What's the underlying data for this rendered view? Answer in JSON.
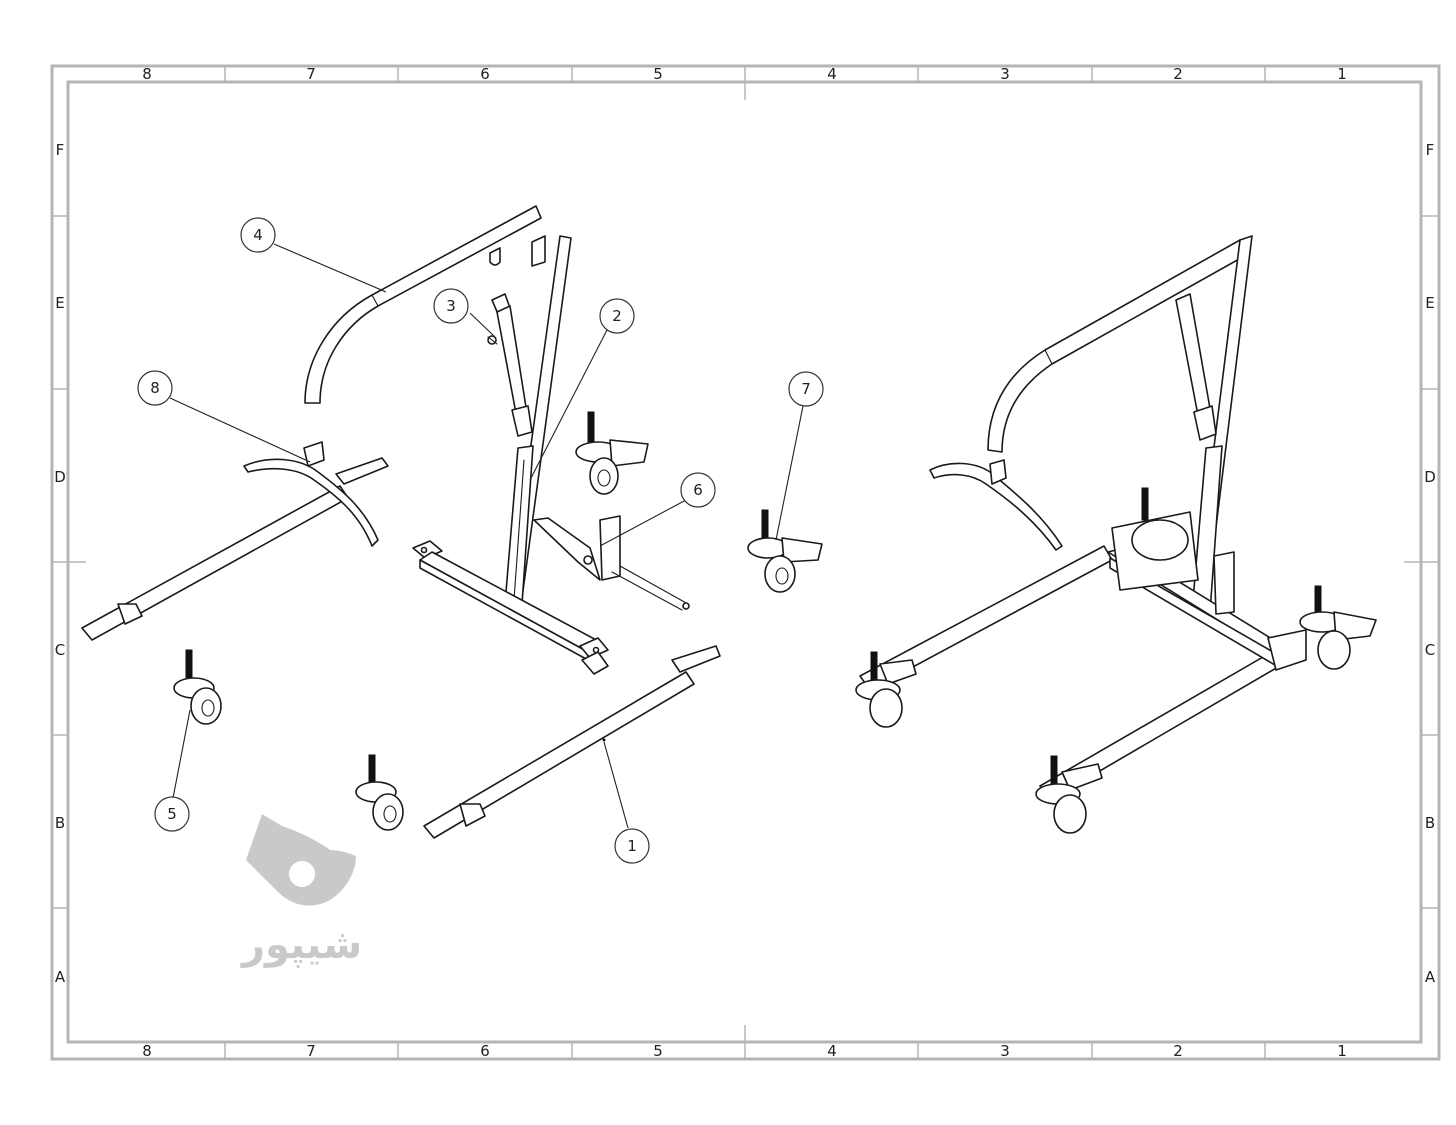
{
  "sheet": {
    "column_labels": [
      "8",
      "7",
      "6",
      "5",
      "4",
      "3",
      "2",
      "1"
    ],
    "row_labels": [
      "F",
      "E",
      "D",
      "C",
      "B",
      "A"
    ]
  },
  "balloons": [
    {
      "num": "1"
    },
    {
      "num": "2"
    },
    {
      "num": "3"
    },
    {
      "num": "4"
    },
    {
      "num": "5"
    },
    {
      "num": "6"
    },
    {
      "num": "7"
    },
    {
      "num": "8"
    }
  ],
  "watermark": {
    "text": "شیپور",
    "color": "#c9c9c9",
    "icon": "horn-logo-icon"
  },
  "colors": {
    "frame": "#b5b5b5",
    "ink": "#1a1a1a"
  }
}
